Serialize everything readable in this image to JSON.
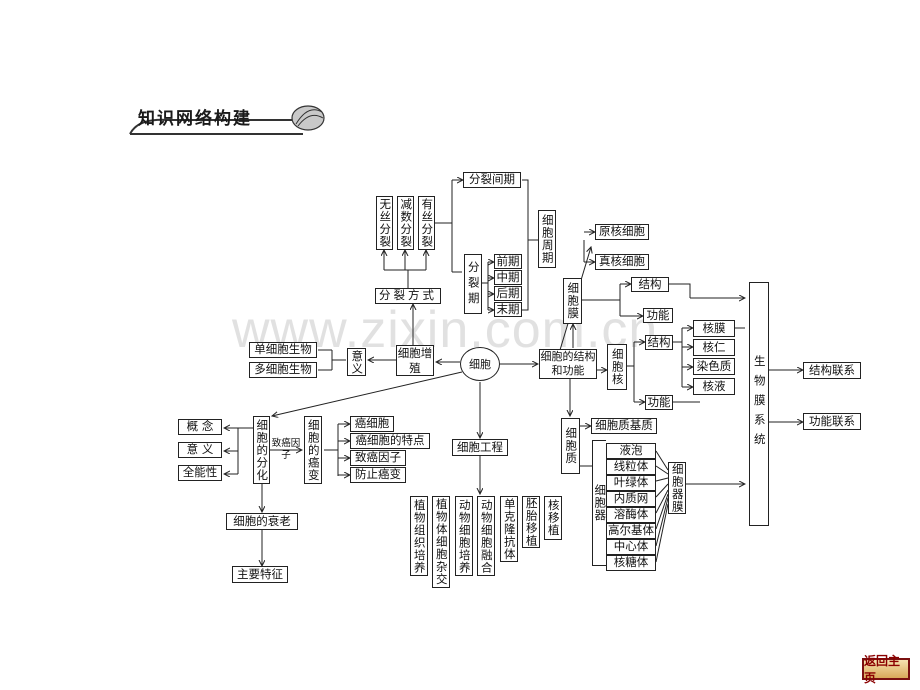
{
  "header": {
    "title": "知识网络构建"
  },
  "watermark": "www.zixin.com.cn",
  "nav": {
    "home_button": "返回主页"
  },
  "nodes": {
    "center": "细胞",
    "prolif": "细胞增殖",
    "division_modes": "分裂方式",
    "amitosis": "无丝分裂",
    "meiosis": "减数分裂",
    "mitosis": "有丝分裂",
    "interphase": "分裂间期",
    "division_phase": "分裂期",
    "cell_cycle": "细胞周期",
    "prophase": "前期",
    "metaphase": "中期",
    "anaphase": "后期",
    "telophase": "末期",
    "significance": "意义",
    "unicellular": "单细胞生物",
    "multicellular": "多细胞生物",
    "differentiation": "细胞的分化",
    "concept": "概 念",
    "diff_significance": "意 义",
    "totipotency": "全能性",
    "carcinogenesis": "细胞的癌变",
    "carcinogen_label": "致癌因子",
    "cancer_cell": "癌细胞",
    "cancer_features": "癌细胞的特点",
    "carcinogenic_factors": "致癌因子",
    "cancer_prevention": "防止癌变",
    "aging": "细胞的衰老",
    "main_features": "主要特征",
    "engineering": "细胞工程",
    "plant_tissue_culture": "植物组织培养",
    "plant_hybridization": "植物体细胞杂交",
    "animal_culture": "动物细胞培养",
    "animal_fusion": "动物细胞融合",
    "monoclonal": "单克隆抗体",
    "embryo_transfer": "胚胎移植",
    "nuclear_transfer": "核移植",
    "structure_function": "细胞的结构和功能",
    "prokaryote": "原核细胞",
    "eukaryote": "真核细胞",
    "membrane": "细胞膜",
    "m_structure": "结构",
    "m_function": "功能",
    "nucleus": "细胞核",
    "n_structure": "结构",
    "n_function": "功能",
    "nuclear_membrane": "核膜",
    "nucleolus": "核仁",
    "chromatin": "染色质",
    "nucleoplasm": "核液",
    "cytoplasm": "细胞质",
    "matrix": "细胞质基质",
    "organelles": "细胞器",
    "vacuole": "液泡",
    "mitochondria": "线粒体",
    "chloroplast": "叶绿体",
    "er": "内质网",
    "lysosome": "溶酶体",
    "golgi": "高尔基体",
    "centrosome": "中心体",
    "ribosome": "核糖体",
    "organelle_membrane": "细胞器膜",
    "biomembrane": "生物膜系统",
    "struct_link": "结构联系",
    "func_link": "功能联系"
  }
}
